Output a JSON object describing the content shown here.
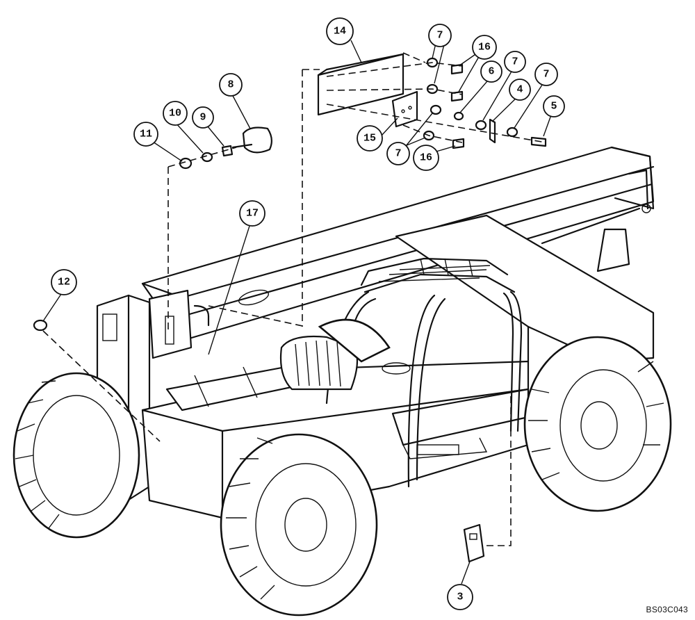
{
  "drawing_code": "BS03C043",
  "callouts": [
    {
      "id": "14",
      "label": "14"
    },
    {
      "id": "7a",
      "label": "7"
    },
    {
      "id": "16a",
      "label": "16"
    },
    {
      "id": "8",
      "label": "8"
    },
    {
      "id": "6",
      "label": "6"
    },
    {
      "id": "7b",
      "label": "7"
    },
    {
      "id": "7c",
      "label": "7"
    },
    {
      "id": "4",
      "label": "4"
    },
    {
      "id": "10",
      "label": "10"
    },
    {
      "id": "9",
      "label": "9"
    },
    {
      "id": "5",
      "label": "5"
    },
    {
      "id": "11",
      "label": "11"
    },
    {
      "id": "15",
      "label": "15"
    },
    {
      "id": "7d",
      "label": "7"
    },
    {
      "id": "16b",
      "label": "16"
    },
    {
      "id": "17",
      "label": "17"
    },
    {
      "id": "12",
      "label": "12"
    },
    {
      "id": "3",
      "label": "3"
    }
  ]
}
